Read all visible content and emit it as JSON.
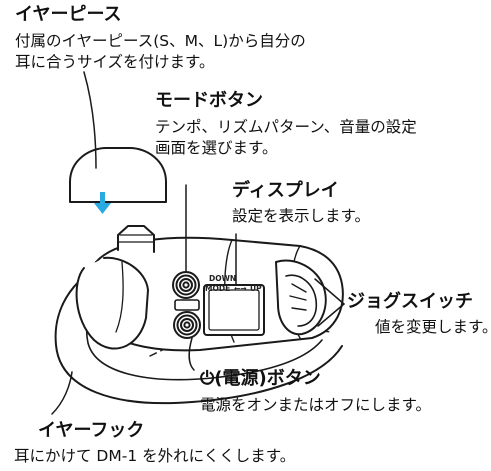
{
  "labels": {
    "earpiece": {
      "title": "イヤーピース",
      "desc1": "付属のイヤーピース(S、M、L)から自分の",
      "desc2": "耳に合うサイズを付けます。"
    },
    "mode_button": {
      "title": "モードボタン",
      "desc1": "テンポ、リズムパターン、音量の設定",
      "desc2": "画面を選びます。"
    },
    "display": {
      "title": "ディスプレイ",
      "desc": "設定を表示します。"
    },
    "jog_switch": {
      "title": "ジョグスイッチ",
      "desc": "値を変更します。"
    },
    "power_button": {
      "power_symbol": "⏻",
      "title": "(電源)ボタン",
      "desc": "電源をオンまたはオフにします。"
    },
    "ear_hook": {
      "title": "イヤーフック",
      "desc": "耳にかけて DM-1 を外れにくくします。"
    }
  },
  "device_markings": {
    "down": "DOWN",
    "mode": "MODE",
    "up": "UP",
    "arrow": "←→"
  },
  "colors": {
    "line": "#1a1a1a",
    "arrow": "#29abe2",
    "fill": "#ffffff"
  }
}
